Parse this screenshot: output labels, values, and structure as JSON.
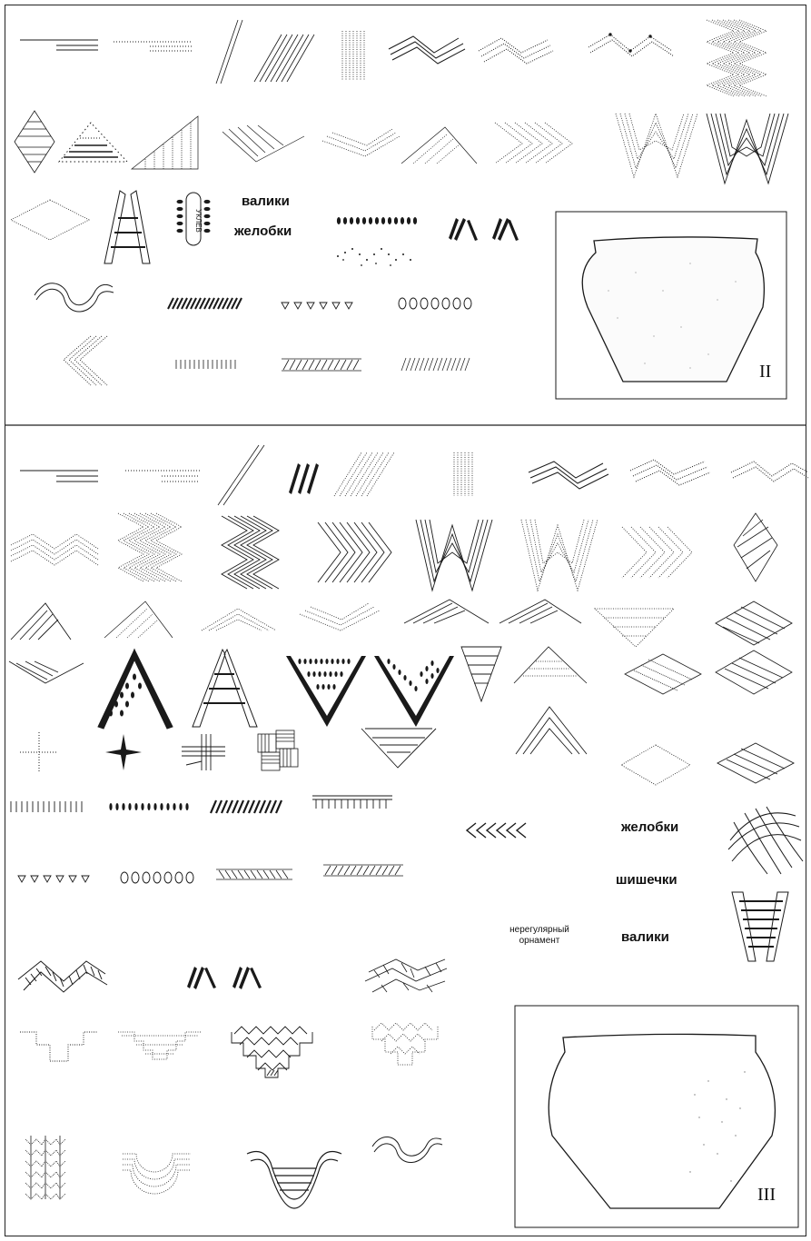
{
  "panel_top": {
    "labels": {
      "raised_bands": "валики",
      "grooves": "желобки",
      "emblem_text": "УКЛЕВ"
    },
    "vessel_numeral": "II"
  },
  "panel_bottom": {
    "labels": {
      "grooves": "желобки",
      "knobs": "шишечки",
      "irregular_line1": "нерегулярный",
      "irregular_line2": "орнамент",
      "raised_bands": "валики"
    },
    "vessel_numeral": "III"
  },
  "motif_colors": {
    "ink": "#1a1a1a",
    "dotted_ink": "#555555",
    "paper": "#ffffff"
  }
}
